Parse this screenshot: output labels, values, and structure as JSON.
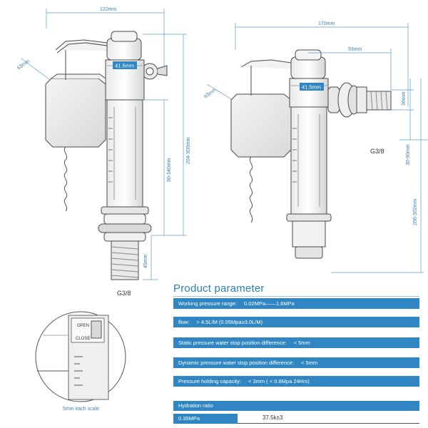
{
  "left_dims": {
    "width": "122mm",
    "depth": "63mm",
    "diameter": "41.5mm",
    "height_range": "204-300mm",
    "float_range": "90-340mm",
    "thread_length": "45mm",
    "thread": "G3/8"
  },
  "right_dims": {
    "width": "170mm",
    "arm": "93mm",
    "depth": "63mm",
    "diameter": "41.5mm",
    "inlet_height": "36mm",
    "float_range": "30-90mm",
    "height_range": "206-302mm",
    "thread": "G3/8"
  },
  "zoom": {
    "open": "OPEN",
    "close": "CLOSE",
    "caption": "5mm each scale"
  },
  "params": {
    "title": "Product parameter",
    "rows": [
      {
        "label": "Working pressure range:",
        "value": "0.02MPa——1.6MPa"
      },
      {
        "label": "flow:",
        "value": "> 4.5L/M  (0.05Mpa≥3.0L/M)"
      },
      {
        "label": "Static pressure water stop position difference:",
        "value": "< 5mm"
      },
      {
        "label": "Dynamic pressure water stop position difference:",
        "value": "< 5mm"
      },
      {
        "label": "Pressure holding capacity:",
        "value": "< 3mm  ( < 0.8Mpa 24Hrs)"
      }
    ],
    "hydration": {
      "label": "Hydration ratio",
      "pressure": "0.35MPa",
      "ratio": "37.5k±3"
    }
  },
  "colors": {
    "accent": "#2f86c2",
    "dimension": "#3b82b8",
    "outline": "#4a4a4a"
  }
}
